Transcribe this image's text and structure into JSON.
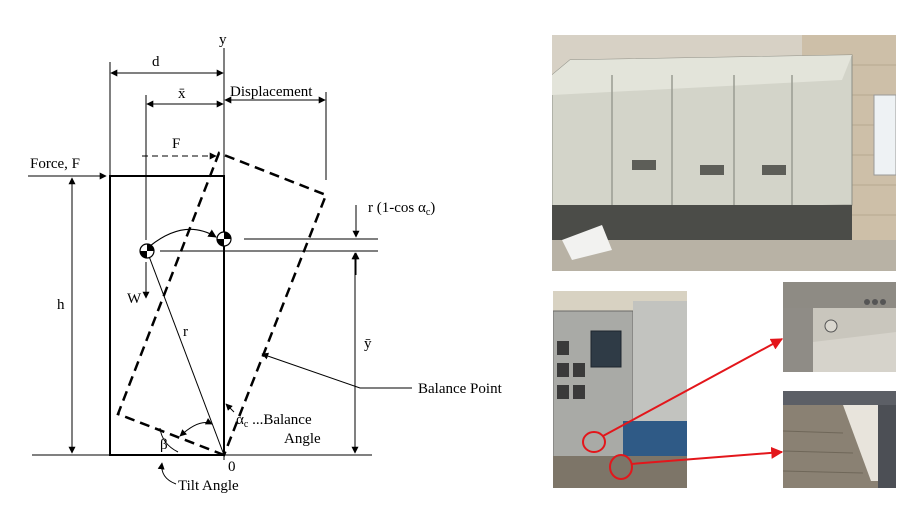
{
  "diagram": {
    "labels": {
      "y_axis": "y",
      "d": "d",
      "x_bar": "x̄",
      "displacement": "Displacement",
      "f_small": "F",
      "force": "Force, F",
      "r_cos": "r (1-cos α",
      "r_cos_sub": "c",
      "r_cos_close": ")",
      "w": "W",
      "h": "h",
      "r": "r",
      "y_bar": "ȳ",
      "balance_point": "Balance Point",
      "alpha": "α",
      "alpha_sub": "c",
      "balance_angle_1": " ...Balance",
      "balance_angle_2": "Angle",
      "beta": "β",
      "origin": "0",
      "tilt_angle": "Tilt Angle"
    }
  },
  "photos": {
    "top": "cabinet-row-photo",
    "bottom_left": "switchgear-panel-photo",
    "detail_1": "anchor-bolt-detail-photo",
    "detail_2": "concrete-base-detail-photo"
  },
  "colors": {
    "line": "#000000",
    "callout": "#e3161b",
    "cabinet": "#dcdcd3"
  }
}
